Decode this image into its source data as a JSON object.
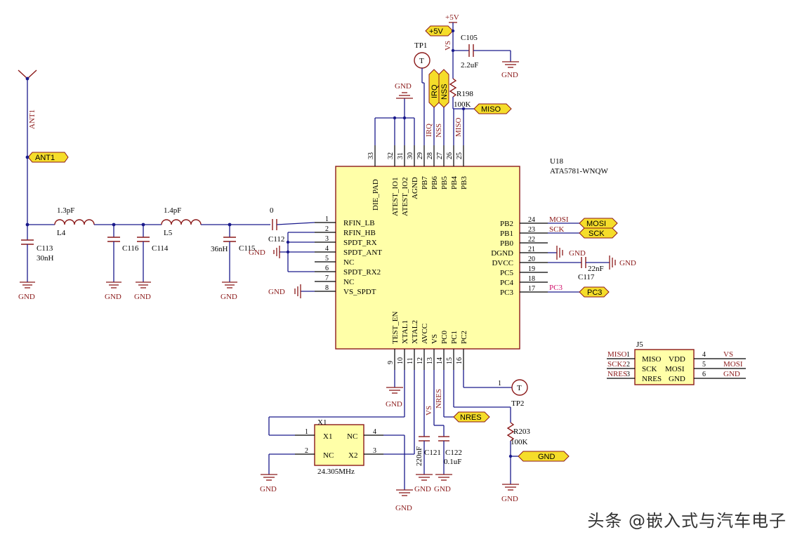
{
  "watermark": "头条 @嵌入式与汽车电子",
  "ic": {
    "ref": "U18",
    "part": "ATA5781-WNQW",
    "left_pins": [
      {
        "num": "1",
        "name": "RFIN_LB"
      },
      {
        "num": "2",
        "name": "RFIN_HB"
      },
      {
        "num": "3",
        "name": "SPDT_RX"
      },
      {
        "num": "4",
        "name": "SPDT_ANT"
      },
      {
        "num": "5",
        "name": "NC"
      },
      {
        "num": "6",
        "name": "SPDT_RX2"
      },
      {
        "num": "7",
        "name": "NC"
      },
      {
        "num": "8",
        "name": "VS_SPDT"
      }
    ],
    "right_pins": [
      {
        "num": "24",
        "name": "PB2",
        "net": "MOSI"
      },
      {
        "num": "23",
        "name": "PB1",
        "net": "SCK"
      },
      {
        "num": "22",
        "name": "PB0",
        "net": ""
      },
      {
        "num": "21",
        "name": "DGND",
        "net": "GND"
      },
      {
        "num": "20",
        "name": "DVCC",
        "net": ""
      },
      {
        "num": "19",
        "name": "PC5",
        "net": ""
      },
      {
        "num": "18",
        "name": "PC4",
        "net": ""
      },
      {
        "num": "17",
        "name": "PC3",
        "net": "PC3"
      }
    ],
    "top_pins": [
      {
        "num": "33",
        "name": "DIE_PAD"
      },
      {
        "num": "32",
        "name": "ATEST_IO1"
      },
      {
        "num": "31",
        "name": "ATEST_IO2"
      },
      {
        "num": "30",
        "name": "AGND"
      },
      {
        "num": "29",
        "name": "PB7"
      },
      {
        "num": "28",
        "name": "PB6"
      },
      {
        "num": "27",
        "name": "PB5"
      },
      {
        "num": "26",
        "name": "PB4"
      },
      {
        "num": "25",
        "name": "PB3"
      }
    ],
    "bottom_pins": [
      {
        "num": "9",
        "name": "TEST_EN"
      },
      {
        "num": "10",
        "name": "XTAL1"
      },
      {
        "num": "11",
        "name": "XTAL2"
      },
      {
        "num": "12",
        "name": "AVCC"
      },
      {
        "num": "13",
        "name": "VS"
      },
      {
        "num": "14",
        "name": "PC0"
      },
      {
        "num": "15",
        "name": "PC1"
      },
      {
        "num": "16",
        "name": "PC2"
      }
    ]
  },
  "components": {
    "ant": "ANT1",
    "l4_val": "1.3pF",
    "l4_ref": "L4",
    "l5_val": "1.4pF",
    "l5_ref": "L5",
    "c113_ref": "C113",
    "c113_val": "30nH",
    "c116_ref": "C116",
    "c114_ref": "C114",
    "c115_ref": "C115",
    "c115_val": "36nH",
    "c112_ref": "C112",
    "c112_val": "0",
    "c105_ref": "C105",
    "c105_val": "2.2uF",
    "r198_ref": "R198",
    "r198_val": "100K",
    "tp1": "TP1",
    "tp2": "TP2",
    "tp_sym": "T",
    "c117_ref": "C117",
    "c117_val": "22nF",
    "x1_ref": "X1",
    "x1_val": "24.305MHz",
    "x1_p1": "X1",
    "x1_p2": "NC",
    "x1_p3": "X2",
    "x1_p4": "NC",
    "x1_n1": "1",
    "x1_n2": "2",
    "x1_n3": "3",
    "x1_n4": "4",
    "c120_val": "220nF",
    "c121_ref": "C121",
    "c122_ref": "C122",
    "c122_val": "0.1uF",
    "r203_ref": "R203",
    "r203_val": "100K",
    "tp2_pin": "1"
  },
  "nets": {
    "gnd": "GND",
    "p5v": "+5V",
    "vs": "VS",
    "irq": "IRQ",
    "nss": "NSS",
    "miso": "MISO",
    "mosi": "MOSI",
    "sck": "SCK",
    "pc3": "PC3",
    "nres": "NRES",
    "ant1": "ANT1"
  },
  "j5": {
    "ref": "J5",
    "rows": [
      {
        "left_net": "MISO",
        "left_num": "1",
        "left": "MISO",
        "right": "VDD",
        "right_num": "4",
        "right_net": "VS"
      },
      {
        "left_net": "SCK2",
        "left_num": "2",
        "left": "SCK",
        "right": "MOSI",
        "right_num": "5",
        "right_net": "MOSI"
      },
      {
        "left_net": "NRES",
        "left_num": "3",
        "left": "NRES",
        "right": "GND",
        "right_num": "6",
        "right_net": "GND"
      }
    ]
  }
}
